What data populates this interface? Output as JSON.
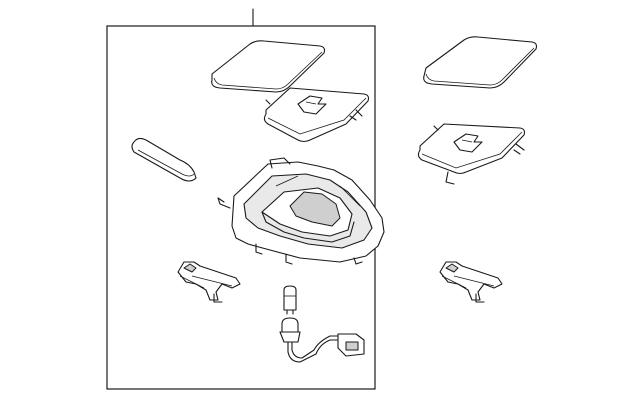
{
  "diagram": {
    "kind": "exploded-parts-view",
    "colors": {
      "stroke": "#1a1a1a",
      "panel_fill": "#e9e9e9",
      "part_fill": "#ffffff",
      "shade_fill": "#cfcfcf"
    },
    "parts": [
      {
        "id": "overhead-console-assembly",
        "group": "assembly"
      },
      {
        "id": "lens-cover-large",
        "group": "assembly"
      },
      {
        "id": "bezel-with-switch",
        "group": "assembly"
      },
      {
        "id": "trim-strip",
        "group": "assembly"
      },
      {
        "id": "console-housing",
        "group": "assembly"
      },
      {
        "id": "retaining-clip",
        "group": "assembly"
      },
      {
        "id": "bulb",
        "group": "assembly"
      },
      {
        "id": "bulb-socket-harness",
        "group": "assembly"
      },
      {
        "id": "lens-cover-large",
        "group": "separate"
      },
      {
        "id": "bezel-with-switch",
        "group": "separate"
      },
      {
        "id": "retaining-clip",
        "group": "separate"
      }
    ]
  }
}
